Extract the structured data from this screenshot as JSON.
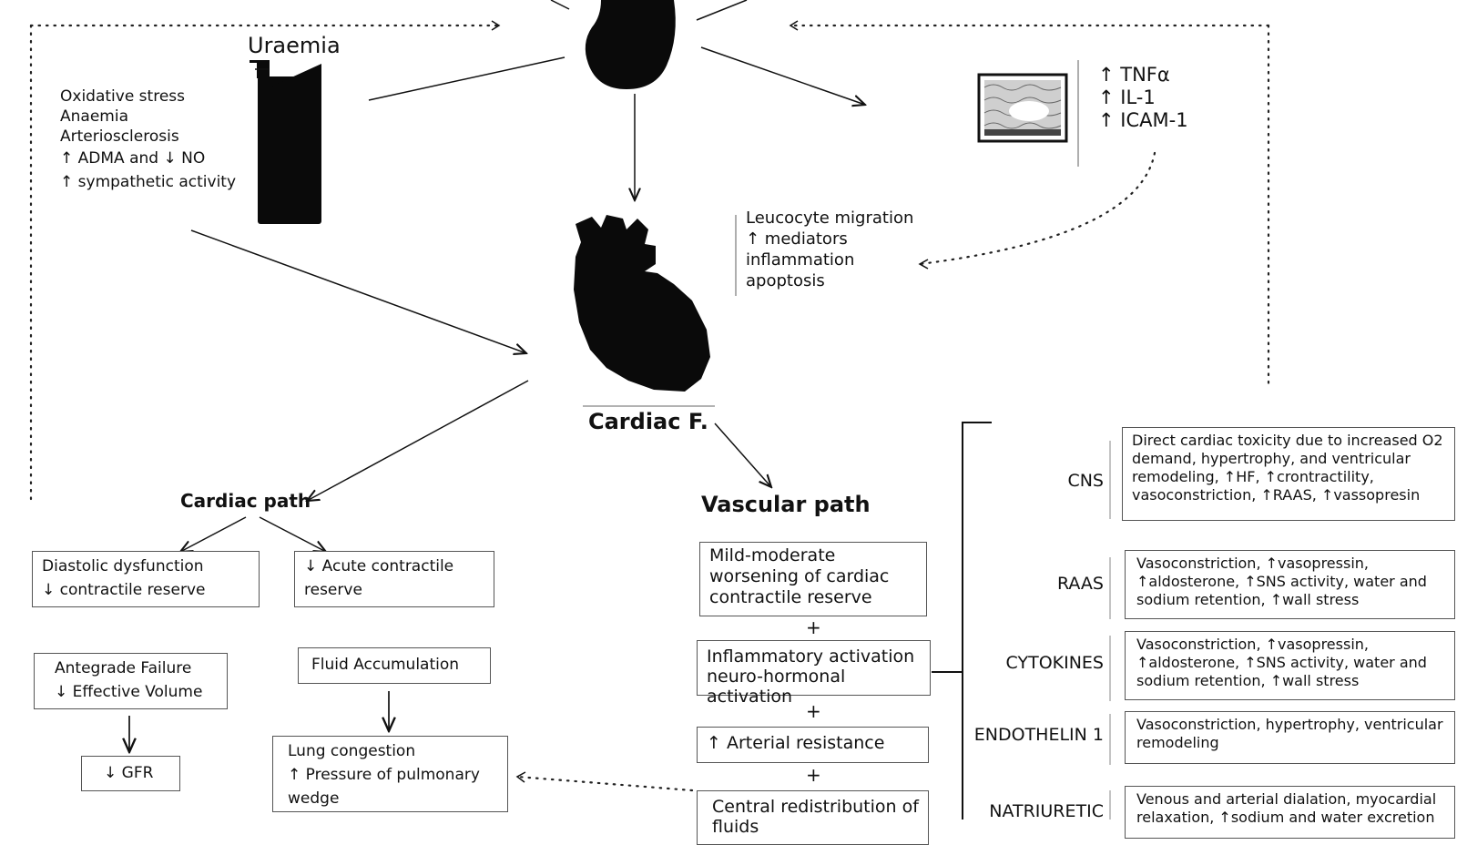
{
  "uraemia": {
    "title": "Uraemia",
    "effects": [
      "Oxidative stress",
      "Anaemia",
      "Arteriosclerosis",
      "↑ ADMA and ↓ NO",
      "↑ sympathetic activity"
    ]
  },
  "cytokines_top": [
    "↑ TNFα",
    "↑ IL-1",
    "↑ ICAM-1"
  ],
  "inflammation": [
    "Leucocyte migration",
    "↑ mediators",
    "inflammation",
    "apoptosis"
  ],
  "cardiac_failure_label": "Cardiac F.",
  "cardiac_path": {
    "title": "Cardiac path",
    "box_diastolic": [
      "Diastolic dysfunction",
      "↓ contractile reserve"
    ],
    "box_acute": [
      "↓ Acute contractile",
      "reserve"
    ],
    "box_antegrade": [
      "Antegrade Failure",
      "↓ Effective Volume"
    ],
    "box_fluid": "Fluid Accumulation",
    "box_gfr": "↓ GFR",
    "box_lung": [
      "Lung congestion",
      "↑ Pressure of pulmonary",
      "wedge"
    ]
  },
  "vascular_path": {
    "title": "Vascular path",
    "box_mild": [
      "Mild-moderate",
      "worsening of cardiac",
      "contractile reserve"
    ],
    "box_inflam": [
      "Inflammatory activation",
      "neuro-hormonal activation"
    ],
    "box_arterial": "↑  Arterial resistance",
    "box_central": [
      "Central redistribution of",
      "fluids"
    ],
    "plus": "+"
  },
  "mediators": [
    {
      "label": "CNS",
      "text": [
        "Direct cardiac toxicity due to increased O2",
        "demand, hypertrophy, and ventricular",
        "remodeling, ↑HF, ↑crontractility,",
        "vasoconstriction, ↑RAAS, ↑vassopresin"
      ]
    },
    {
      "label": "RAAS",
      "text": [
        "Vasoconstriction, ↑vasopressin,",
        "↑aldosterone, ↑SNS activity, water and",
        "sodium retention, ↑wall stress"
      ]
    },
    {
      "label": "CYTOKINES",
      "text": [
        "Vasoconstriction, ↑vasopressin,",
        "↑aldosterone, ↑SNS activity, water and",
        "sodium retention, ↑wall stress"
      ]
    },
    {
      "label": "ENDOTHELIN 1",
      "text": [
        "Vasoconstriction, hypertrophy, ventricular",
        "remodeling"
      ]
    },
    {
      "label": "NATRIURETIC",
      "text": [
        "Venous and arterial dialation, myocardial",
        "relaxation, ↑sodium and water excretion"
      ]
    }
  ]
}
